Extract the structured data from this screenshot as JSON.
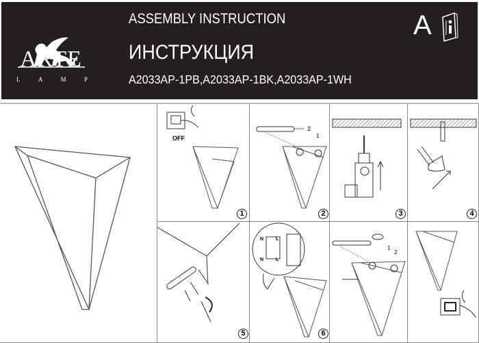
{
  "header": {
    "brand": "ARTE",
    "brand_sub": [
      "L",
      "A",
      "M",
      "P"
    ],
    "title_en": "ASSEMBLY INSTRUCTION",
    "title_ru": "ИНСТРУКЦИЯ",
    "models": "A2033AP-1PB,A2033AP-1BK,A2033AP-1WH",
    "language": "A",
    "info_icon": "manual-info-book-icon"
  },
  "steps": [
    {
      "number": "1",
      "label": "OFF"
    },
    {
      "number": "2",
      "callouts": [
        "2",
        "1"
      ]
    },
    {
      "number": "3"
    },
    {
      "number": "4"
    },
    {
      "number": "5"
    },
    {
      "number": "6",
      "wire_labels": [
        "N",
        "L",
        "N",
        "L"
      ]
    },
    {
      "callouts": [
        "1",
        "2"
      ]
    },
    {}
  ]
}
